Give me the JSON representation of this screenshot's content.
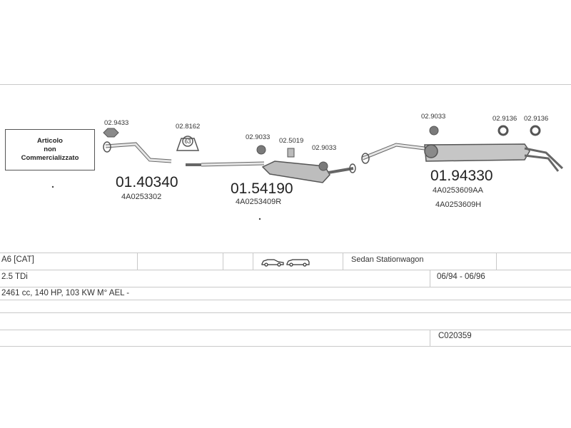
{
  "diagram": {
    "note_lines": [
      "Articolo",
      "non",
      "Commercializzato"
    ],
    "parts": [
      {
        "code": "01.40340",
        "oem": "4A0253302"
      },
      {
        "code": "01.54190",
        "oem": "4A0253409R"
      },
      {
        "code": "01.94330",
        "oem": [
          "4A0253609AA",
          "4A0253609H"
        ]
      }
    ],
    "accessories": [
      "02.9433",
      "02.8162",
      "02.9033",
      "02.5019",
      "02.9033",
      "02.9033",
      "02.9136",
      "02.9136"
    ],
    "clamp_label": "63"
  },
  "table": {
    "model": "A6  [CAT]",
    "body_types": "Sedan Stationwagon",
    "engine": "2.5 TDi",
    "dates": "06/94 - 06/96",
    "specs": "2461 cc, 140 HP, 103 KW M° AEL -",
    "catalog_code": "C020359"
  },
  "icons": [
    "sedan-car-icon",
    "stationwagon-car-icon"
  ],
  "colors": {
    "line": "#c9c9c9",
    "part": "#555555",
    "text": "#222222"
  }
}
